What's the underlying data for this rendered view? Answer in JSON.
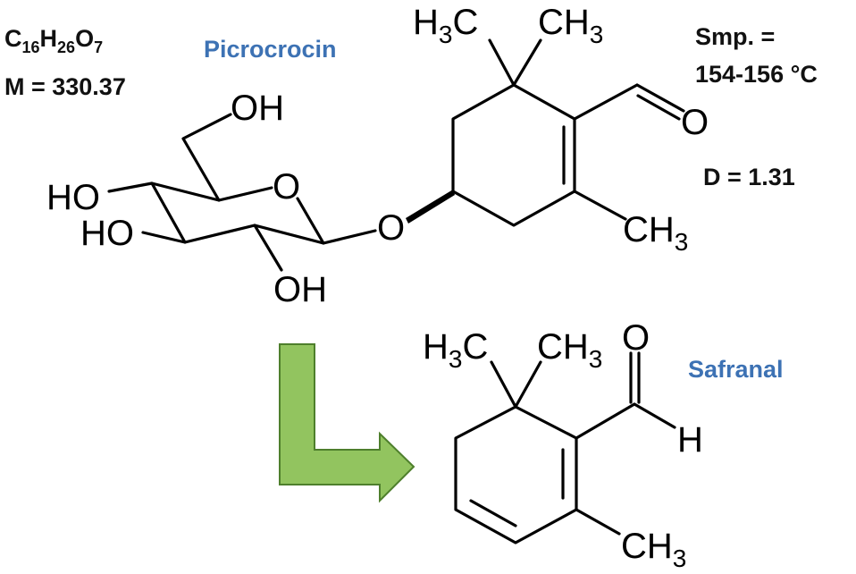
{
  "colors": {
    "name_label": "#3d72b4",
    "arrow_fill": "#92c45f",
    "arrow_stroke": "#4e7f2c"
  },
  "picrocrocin": {
    "name": "Picrocrocin",
    "formula": {
      "c": "C",
      "c_n": "16",
      "h": "H",
      "h_n": "26",
      "o": "O",
      "o_n": "7"
    },
    "molar_mass": "M = 330.37",
    "melting_point_label": "Smp. =",
    "melting_point_value": "154-156 °C",
    "density": "D = 1.31",
    "atoms": {
      "oh_top": "OH",
      "ho_left_upper": "HO",
      "ho_left_lower": "HO",
      "oh_bottom": "OH",
      "ring_o": "O",
      "glycosidic_o": "O",
      "aldehyde_o": "O",
      "h3c": "H",
      "c": "C",
      "three": "3",
      "ch": "CH"
    }
  },
  "safranal": {
    "name": "Safranal",
    "atoms": {
      "aldehyde_o": "O",
      "aldehyde_h": "H"
    }
  },
  "reaction_arrow": "arrow-icon"
}
